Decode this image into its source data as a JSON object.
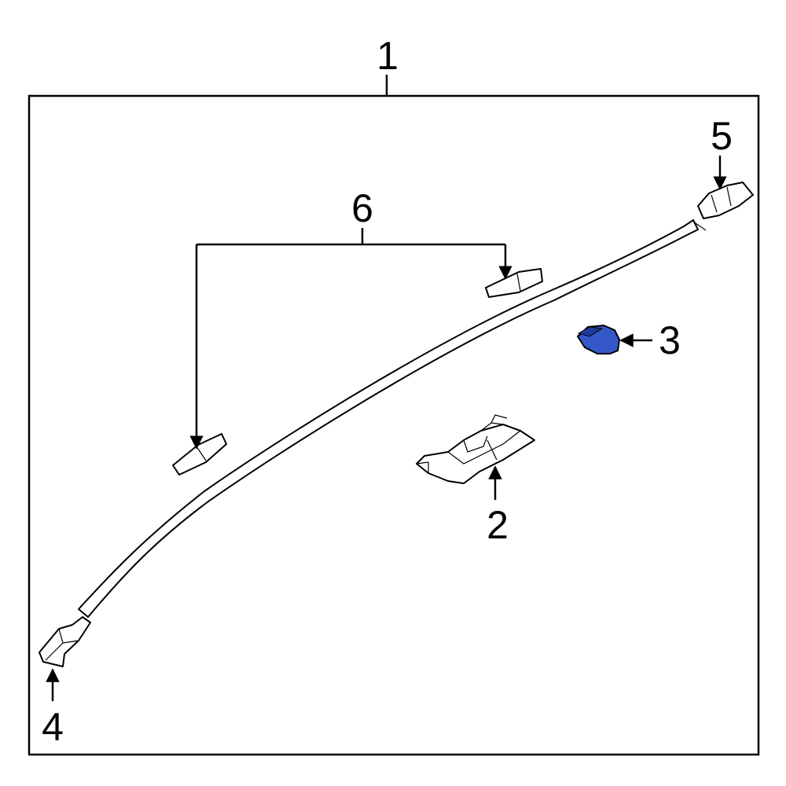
{
  "callouts": {
    "c1": "1",
    "c2": "2",
    "c3": "3",
    "c4": "4",
    "c5": "5",
    "c6": "6"
  },
  "colors": {
    "highlight_part": "#3558c8",
    "highlight_part_dark": "#1f3a9a",
    "line": "#000000",
    "background": "#ffffff"
  }
}
